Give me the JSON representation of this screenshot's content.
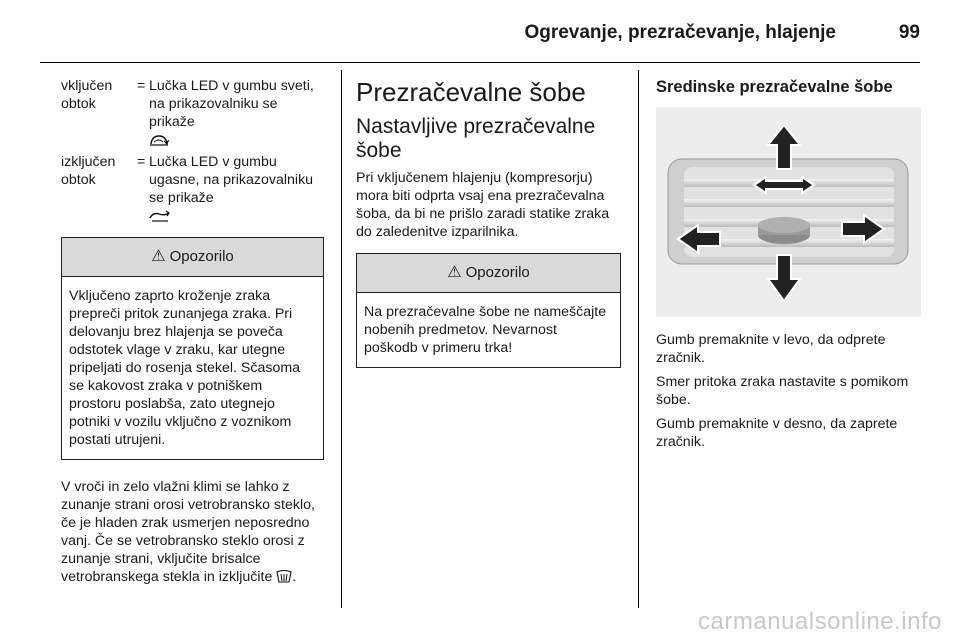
{
  "header": {
    "title": "Ogrevanje, prezračevanje, hlajenje",
    "page_number": "99"
  },
  "col1": {
    "defs": [
      {
        "term": "vključen\nobtok",
        "eq": "=",
        "desc": "Lučka LED v gumbu sveti, na prikazovalniku se prikaže",
        "icon": "recirculation-on-icon"
      },
      {
        "term": "izključen\nobtok",
        "eq": "=",
        "desc": "Lučka LED v gumbu ugasne, na prikazovalniku se prikaže",
        "icon": "recirculation-off-icon"
      }
    ],
    "warning": {
      "title": "Opozorilo",
      "icon": "warning-triangle-icon",
      "text": "Vključeno zaprto kroženje zraka prepreči pritok zunanjega zraka. Pri delovanju brez hlajenja se poveča odstotek vlage v zraku, kar utegne pripeljati do rosenja stekel. Sčasoma se kakovost zraka v potniškem prostoru poslabša, zato utegnejo potniki v vozilu vključno z voznikom postati utrujeni."
    },
    "paragraph": "V vroči in zelo vlažni klimi se lahko z zunanje strani orosi vetrobransko steklo, če je hladen zrak usmerjen neposredno vanj. Če se vetrobransko steklo orosi z zunanje strani, vključite brisalce vetrobranskega stekla in izključite",
    "paragraph_end": ".",
    "paragraph_icon": "windscreen-wiper-icon"
  },
  "col2": {
    "heading": "Prezračevalne šobe",
    "subheading": "Nastavljive prezračevalne šobe",
    "paragraph": "Pri vključenem hlajenju (kompresorju) mora biti odprta vsaj ena prezračevalna šoba, da bi ne prišlo zaradi statike zraka do zaledenitve izparilnika.",
    "warning": {
      "title": "Opozorilo",
      "icon": "warning-triangle-icon",
      "text": "Na prezračevalne šobe ne nameščajte nobenih predmetov. Nevarnost poškodb v primeru trka!"
    }
  },
  "col3": {
    "heading": "Sredinske prezračevalne šobe",
    "image_icon": "air-vent-illustration-icon",
    "paragraphs": [
      "Gumb premaknite v levo, da odprete zračnik.",
      "Smer pritoka zraka nastavite s pomikom šobe.",
      "Gumb premaknite v desno, da zaprete zračnik."
    ]
  },
  "watermark": "carmanualsonline.info"
}
